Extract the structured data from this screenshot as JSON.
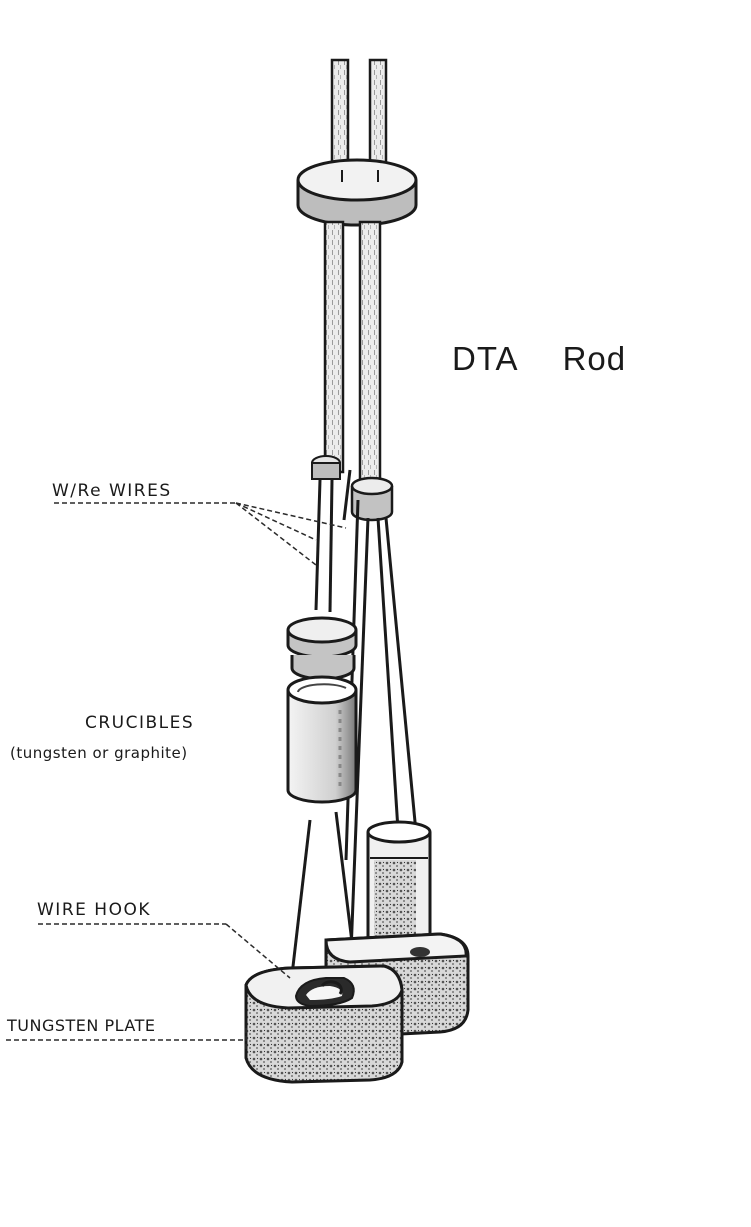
{
  "title": {
    "part1": "DTA",
    "part2": "Rod"
  },
  "labels": {
    "wires": "W/Re  WIRES",
    "crucibles": "CRUCIBLES",
    "crucibles_material": "(tungsten or graphite)",
    "wire_hook": "WIRE  HOOK",
    "tungsten_plate": "TUNGSTEN  PLATE"
  },
  "colors": {
    "ink": "#1a1a1a",
    "shade": "#6e6e6e",
    "paper": "#ffffff"
  }
}
